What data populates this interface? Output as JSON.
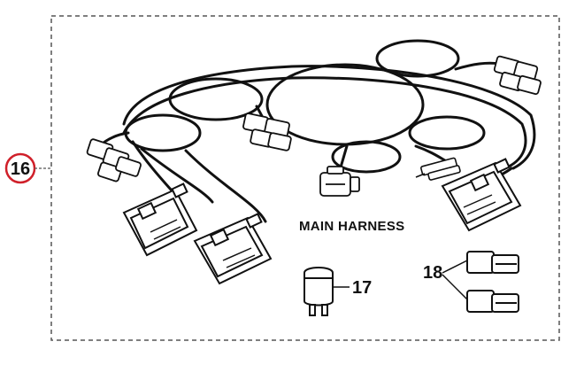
{
  "diagram": {
    "assembly_callout": "16",
    "assembly_title": "MAIN HARNESS",
    "parts": [
      {
        "callout": "17",
        "icon": "relay-icon"
      },
      {
        "callout": "18",
        "icon": "connector-pair-icon"
      }
    ],
    "colors": {
      "line": "#111111",
      "callout_circle": "#d0202a",
      "border": "#555555"
    }
  }
}
